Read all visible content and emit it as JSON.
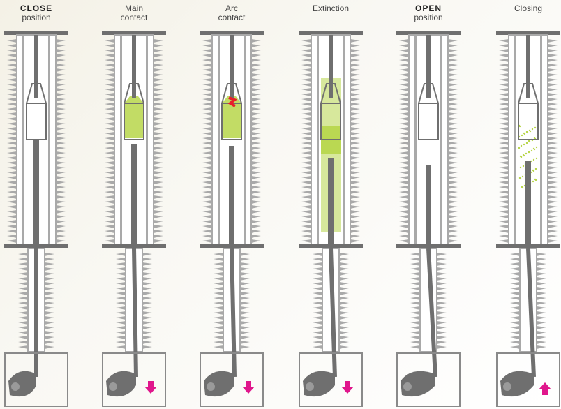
{
  "colors": {
    "metal": "#6f6f6f",
    "insulator": "#a9a9a9",
    "gas": "#b7d64a",
    "arc": "#e8202a",
    "arrow": "#e0168c",
    "frame": "#8a8a8a"
  },
  "stages": [
    {
      "title_bold": "CLOSE",
      "title": "position",
      "gas": "none",
      "arrow": "none"
    },
    {
      "title_bold": "",
      "title": "Main\ncontact",
      "gas": "upper",
      "arrow": "down"
    },
    {
      "title_bold": "",
      "title": "Arc\ncontact",
      "gas": "upper",
      "arrow": "down",
      "arc": true
    },
    {
      "title_bold": "",
      "title": "Extinction",
      "gas": "column",
      "arrow": "down"
    },
    {
      "title_bold": "OPEN",
      "title": "position",
      "gas": "none",
      "arrow": "none"
    },
    {
      "title_bold": "",
      "title": "Closing",
      "gas": "dots",
      "arrow": "up"
    }
  ]
}
